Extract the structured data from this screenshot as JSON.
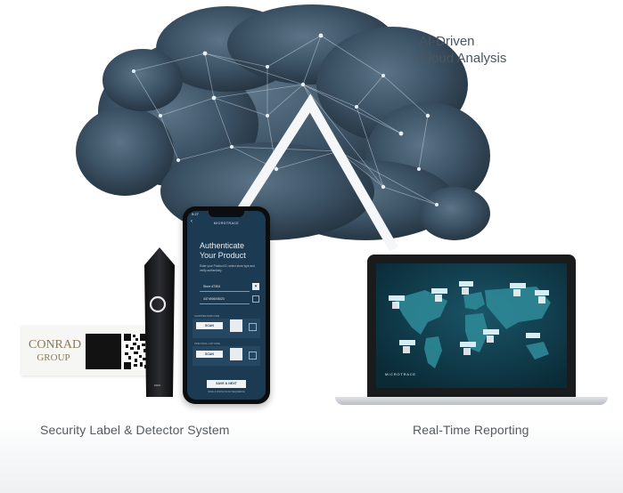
{
  "cloud": {
    "title_line1": "AI-Driven",
    "title_line2": "Cloud Analysis"
  },
  "captions": {
    "left": "Security Label & Detector System",
    "right": "Real-Time Reporting"
  },
  "label_card": {
    "brand_line1": "CONRAD",
    "brand_line2": "GROUP"
  },
  "phone": {
    "status_time": "9:27",
    "brand": "MICROTRACE",
    "heading_line1": "Authenticate",
    "heading_line2": "Your Product",
    "instructions": "Enter your Product ID, select store type and verify authenticity",
    "field_store": "Store #7304",
    "field_id": "4374906X5023",
    "section_scan_label": "SHOPPER BARCODE",
    "scan_button_1": "SCAN",
    "section_second_label": "SPECTRAL CAPTURE",
    "scan_button_2": "SCAN",
    "save_button": "SAVE & NEXT",
    "footer_text": "SAVE & FINISH SCAN SEQUENCE"
  },
  "laptop": {
    "brand": "MICROTRACE"
  },
  "colors": {
    "cloud": "#3d5568",
    "screen_bg": "#0f3a4a",
    "phone_bg": "#1c3a52",
    "accent_button": "#f0f2f4",
    "detector": "#1a1a1c"
  }
}
